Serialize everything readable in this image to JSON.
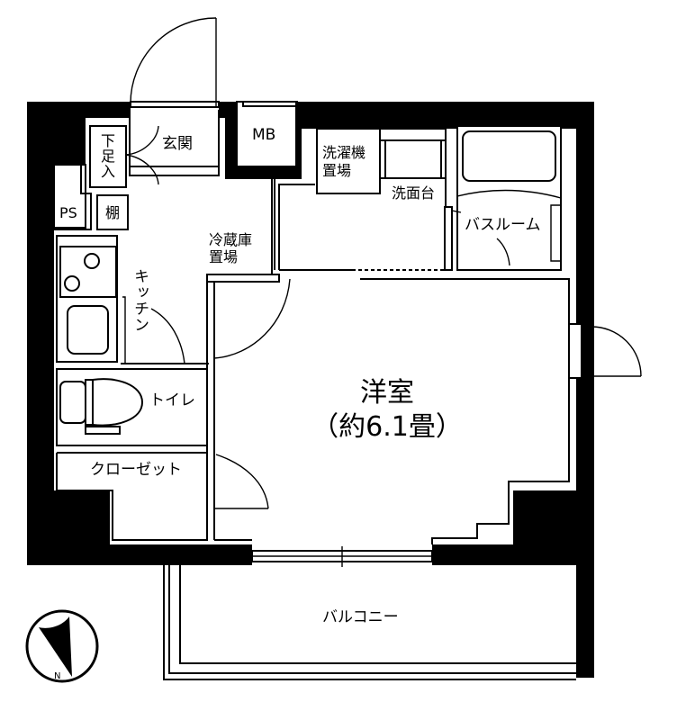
{
  "floor_plan": {
    "rooms": {
      "entrance": "玄関",
      "shoe_box": "下足入",
      "meter_box": "MB",
      "pipe_space": "PS",
      "shelf": "棚",
      "fridge_space_line1": "冷蔵庫",
      "fridge_space_line2": "置場",
      "washer_space_line1": "洗濯機",
      "washer_space_line2": "置場",
      "washbasin": "洗面台",
      "bathroom": "バスルーム",
      "kitchen": "キッチン",
      "toilet": "トイレ",
      "closet": "クローゼット",
      "western_room": "洋室",
      "western_room_size": "（約6.1畳）",
      "balcony": "バルコニー"
    },
    "compass": {
      "label": "N"
    },
    "colors": {
      "wall": "#000000",
      "background": "#ffffff",
      "line": "#000000"
    }
  }
}
